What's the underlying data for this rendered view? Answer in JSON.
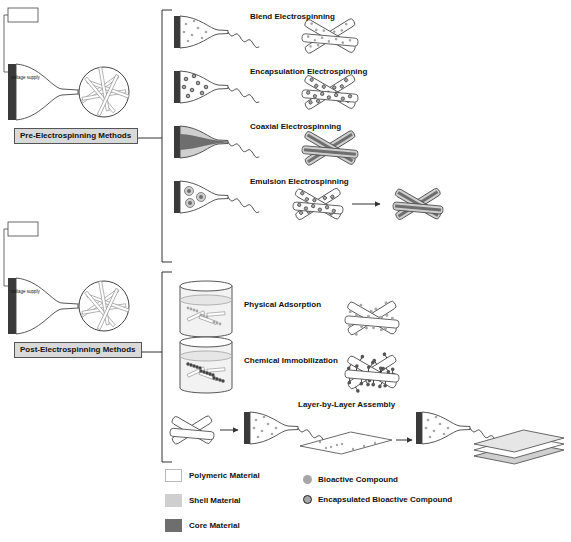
{
  "diagram": {
    "nodes": [
      {
        "text": [
          "Pre-Electrospinning Methods"
        ]
      },
      {
        "text": [
          "Post-Electrospinning Methods"
        ]
      }
    ],
    "labels": [
      "voltage supply",
      "voltage supply",
      "Blend Electrospinning",
      "Encapsulation Electrospinning",
      "Coaxial Electrospinning",
      "Emulsion Electrospinning",
      "Physical Adsorption",
      "Chemical Immobilization",
      "Layer-by-Layer Assembly"
    ],
    "legend": [
      {
        "text": "Polymeric Material",
        "color": "#ffffff"
      },
      {
        "text": "Shell Material",
        "color": "#cfcfcf"
      },
      {
        "text": "Core Material",
        "color": "#6e6e6e"
      },
      {
        "text": "Bioactive Compound",
        "color": "#a6a6a6"
      },
      {
        "text": "Encapsulated Bioactive Compound"
      }
    ]
  }
}
